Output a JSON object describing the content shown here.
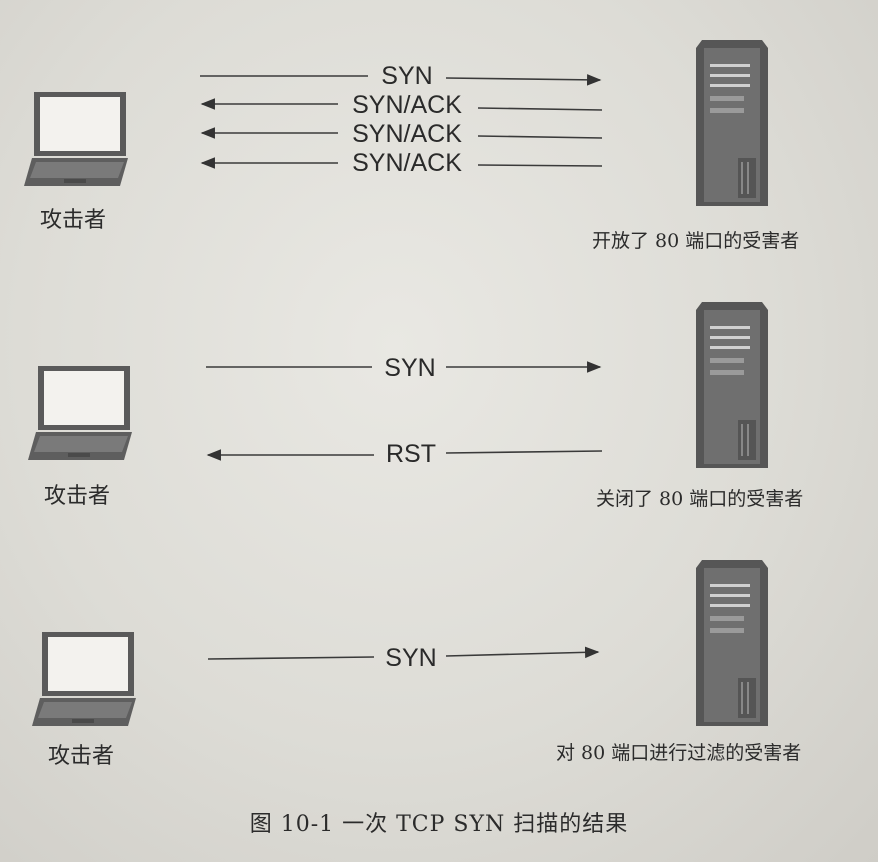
{
  "figure": {
    "caption": "图 10-1 一次 TCP SYN 扫描的结果"
  },
  "scenarios": [
    {
      "attacker_label": "攻击者",
      "victim_label": "开放了 80 端口的受害者",
      "messages": [
        {
          "text": "SYN",
          "direction": "to-victim"
        },
        {
          "text": "SYN/ACK",
          "direction": "to-attacker"
        },
        {
          "text": "SYN/ACK",
          "direction": "to-attacker"
        },
        {
          "text": "SYN/ACK",
          "direction": "to-attacker"
        }
      ]
    },
    {
      "attacker_label": "攻击者",
      "victim_label": "关闭了 80 端口的受害者",
      "messages": [
        {
          "text": "SYN",
          "direction": "to-victim"
        },
        {
          "text": "RST",
          "direction": "to-attacker"
        }
      ]
    },
    {
      "attacker_label": "攻击者",
      "victim_label": "对 80 端口进行过滤的受害者",
      "messages": [
        {
          "text": "SYN",
          "direction": "to-victim"
        }
      ]
    }
  ],
  "icons": {
    "attacker": "laptop-icon",
    "victim": "server-tower-icon"
  },
  "colors": {
    "background": "#dcdbd6",
    "line": "#3a3a3a",
    "server_body": "#6b6b6b",
    "laptop_frame": "#555555"
  }
}
